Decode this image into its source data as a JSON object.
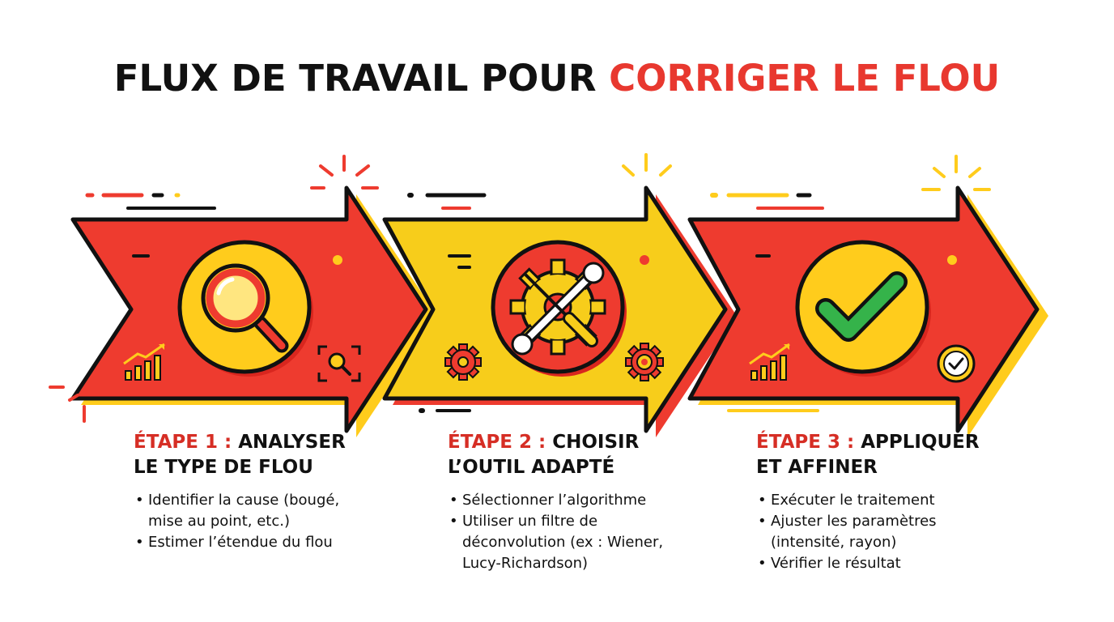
{
  "title": {
    "part1": "FLUX DE TRAVAIL POUR ",
    "part2": "CORRIGER LE FLOU"
  },
  "colors": {
    "red": "#ee3b2f",
    "yellow": "#f7cd1b",
    "green": "#35b34a",
    "dark": "#111111"
  },
  "steps": [
    {
      "number": "ÉTAPE 1 :",
      "heading": "ANALYSER LE TYPE DE FLOU",
      "icon": "magnifying-glass-icon",
      "bullets": [
        "Identifier la cause (bougé, mise au point, etc.)",
        "Estimer l’étendue du flou"
      ]
    },
    {
      "number": "ÉTAPE 2 :",
      "heading": "CHOISIR L’OUTIL ADAPTÉ",
      "icon": "wrench-screwdriver-gear-icon",
      "bullets": [
        "Sélectionner l’algorithme",
        "Utiliser un filtre de déconvolution (ex : Wiener, Lucy-Richardson)"
      ]
    },
    {
      "number": "ÉTAPE 3 :",
      "heading": "APPLIQUER ET AFFINER",
      "icon": "checkmark-icon",
      "bullets": [
        "Exécuter le traitement",
        "Ajuster les paramètres (intensité, rayon)",
        "Vérifier le résultat"
      ]
    }
  ]
}
